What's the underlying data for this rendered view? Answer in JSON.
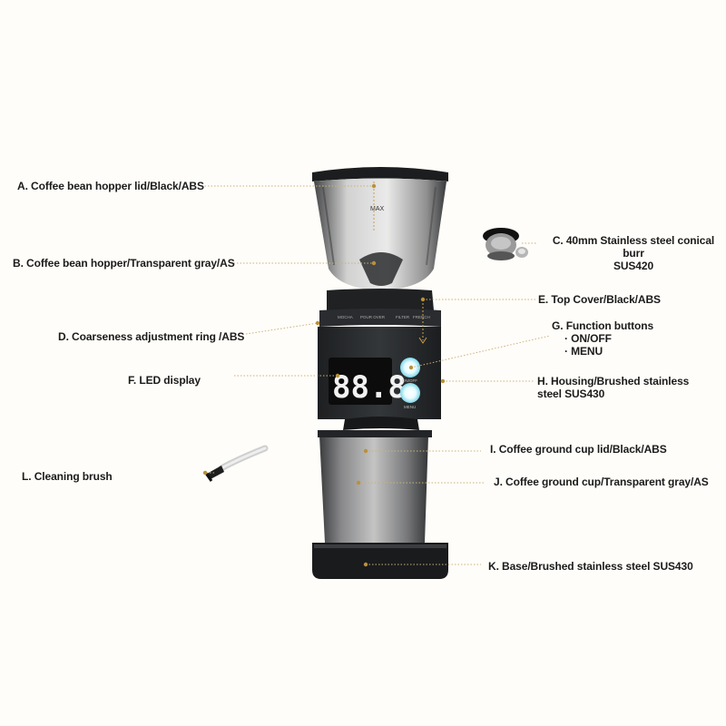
{
  "labels": {
    "a": "A. Coffee bean hopper lid/Black/ABS",
    "b": "B. Coffee bean hopper/Transparent gray/AS",
    "c1": "C. 40mm Stainless steel conical burr",
    "c2": "SUS420",
    "d": "D. Coarseness adjustment ring /ABS",
    "e": "E. Top Cover/Black/ABS",
    "f": "F. LED display",
    "g_title": "G.  Function buttons",
    "g_item1": "·  ON/OFF",
    "g_item2": "·  MENU",
    "h1": "H. Housing/Brushed stainless",
    "h2": "steel SUS430",
    "i": "I. Coffee ground cup lid/Black/ABS",
    "j": "J. Coffee ground cup/Transparent gray/AS",
    "k": "K. Base/Brushed stainless steel SUS430",
    "l": "L. Cleaning brush"
  },
  "device": {
    "display_digits": "88.8",
    "hopper_max_mark": "MAX",
    "button_menu": "MENU",
    "button_power": "ON/OFF",
    "ring_marks": [
      "MOCHA",
      "POUR OVER",
      "FILTER",
      "FRENCH"
    ]
  },
  "colors": {
    "leader_line": "#c9b27a",
    "dot": "#b8923a",
    "body": "#2b2d30",
    "button_glow": "#7ed7e8"
  }
}
